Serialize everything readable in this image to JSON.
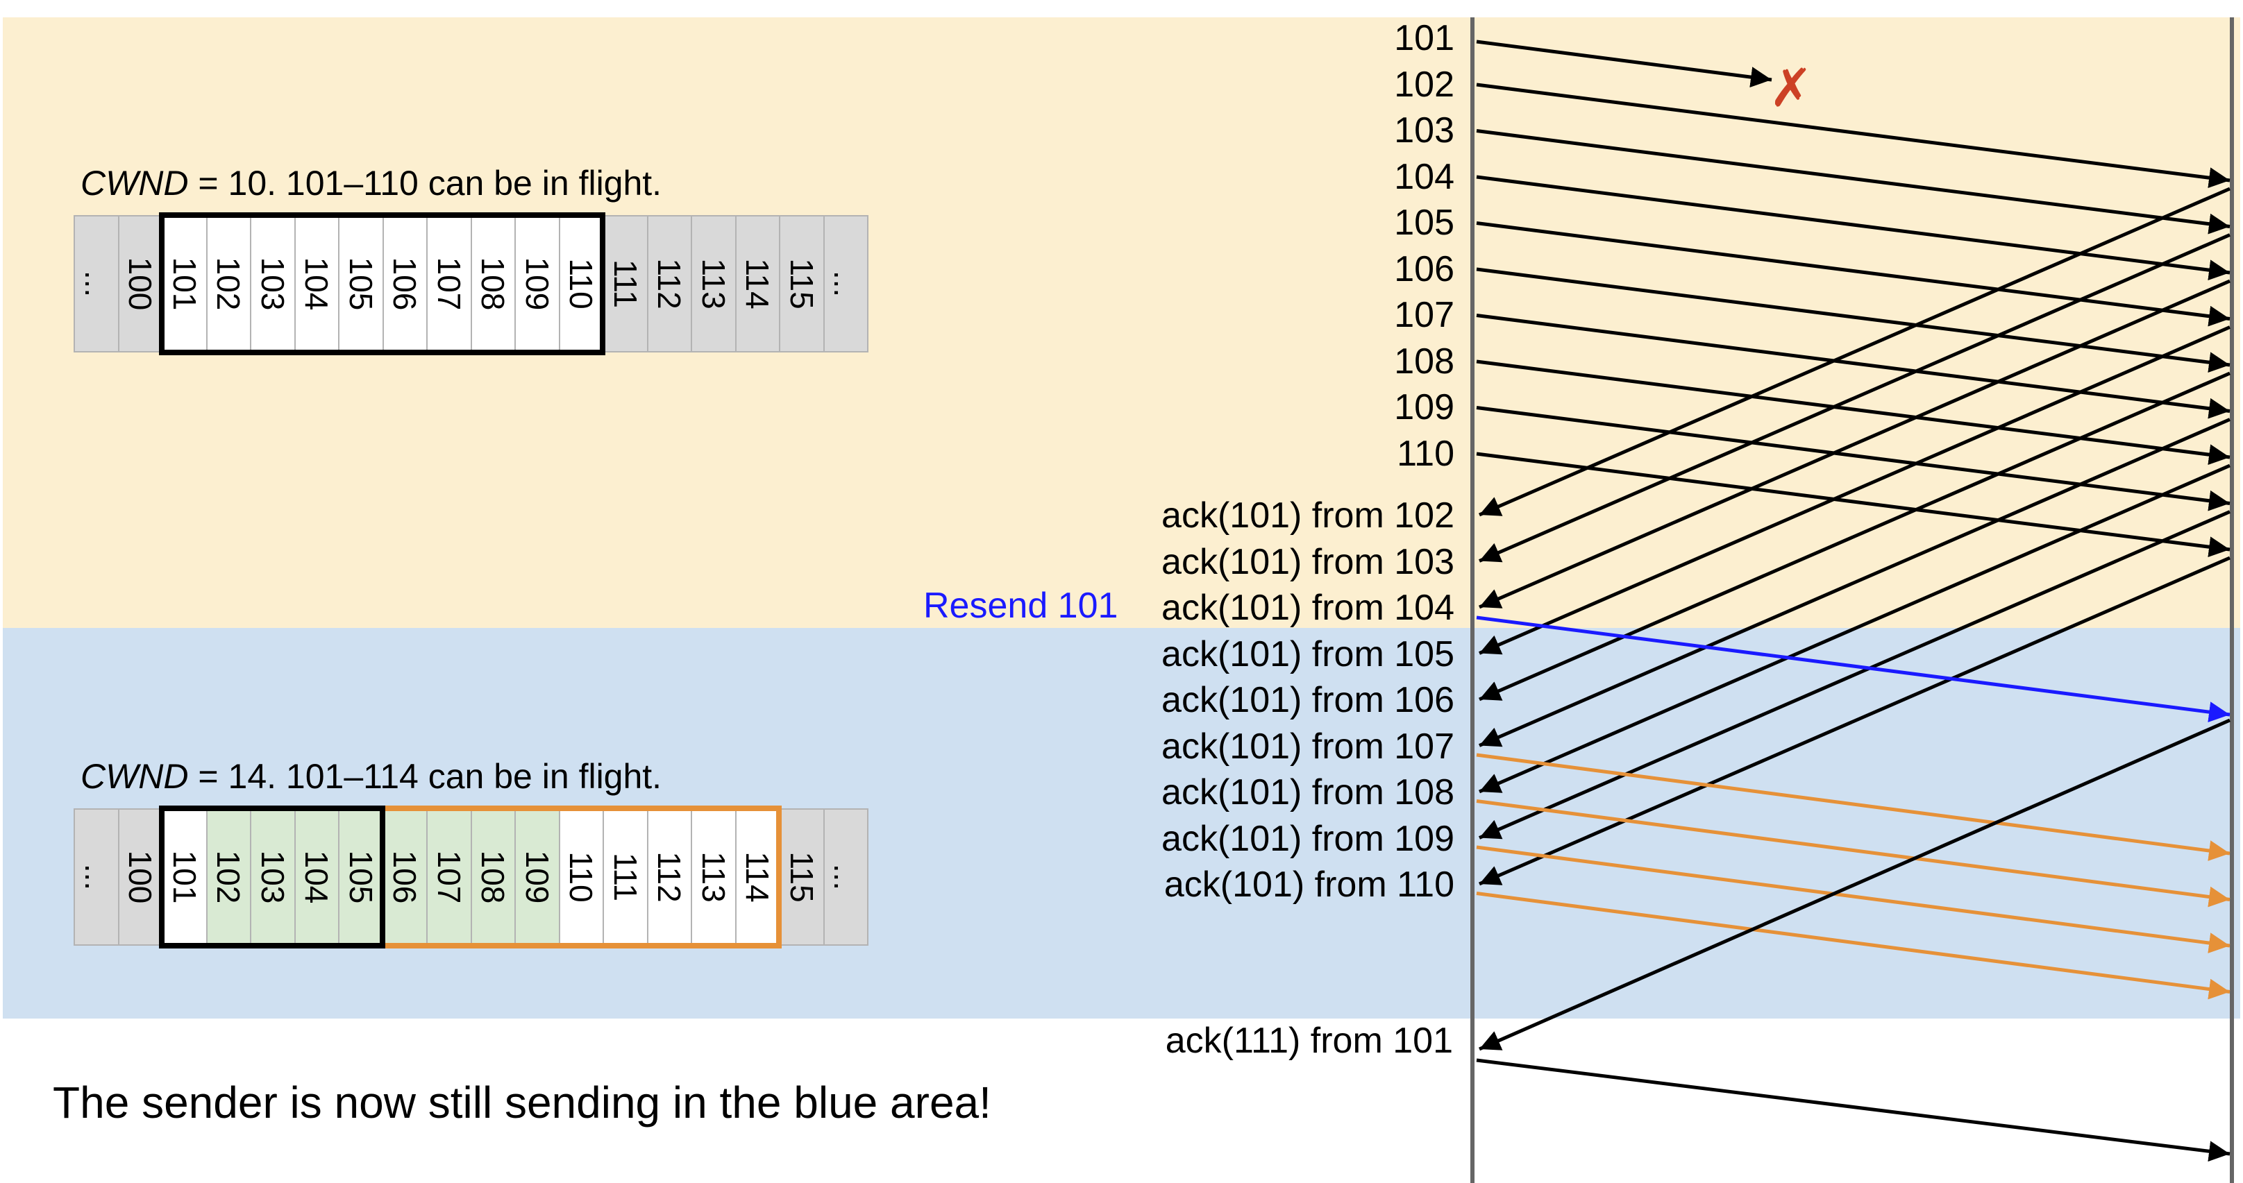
{
  "colors": {
    "yellow_band": "#fcefd0",
    "blue_band": "#cfe0f1",
    "acked_green": "#d9ead3",
    "window_black": "#000000",
    "window_orange": "#e69138",
    "resend_blue": "#1a1aff",
    "drop_red": "#cc4125",
    "timeline_gray": "#666666"
  },
  "window1": {
    "label_var": "CWND",
    "label_rest": " = 10. 101–110 can be in flight.",
    "cells": [
      "...",
      "100",
      "101",
      "102",
      "103",
      "104",
      "105",
      "106",
      "107",
      "108",
      "109",
      "110",
      "111",
      "112",
      "113",
      "114",
      "115",
      "..."
    ]
  },
  "window2": {
    "label_var": "CWND",
    "label_rest": " = 14. 101–114 can be in flight.",
    "cells": [
      "...",
      "100",
      "101",
      "102",
      "103",
      "104",
      "105",
      "106",
      "107",
      "108",
      "109",
      "110",
      "111",
      "112",
      "113",
      "114",
      "115",
      "..."
    ]
  },
  "sender_labels": [
    "101",
    "102",
    "103",
    "104",
    "105",
    "106",
    "107",
    "108",
    "109",
    "110"
  ],
  "ack_labels": [
    "ack(101) from 102",
    "ack(101) from 103",
    "ack(101) from 104",
    "ack(101) from 105",
    "ack(101) from 106",
    "ack(101) from 107",
    "ack(101) from 108",
    "ack(101) from 109",
    "ack(101) from 110"
  ],
  "resend_label": "Resend 101",
  "final_ack_label": "ack(111) from 101",
  "drop_mark": "✗",
  "footer_note": "The sender is now still sending in the blue area!"
}
